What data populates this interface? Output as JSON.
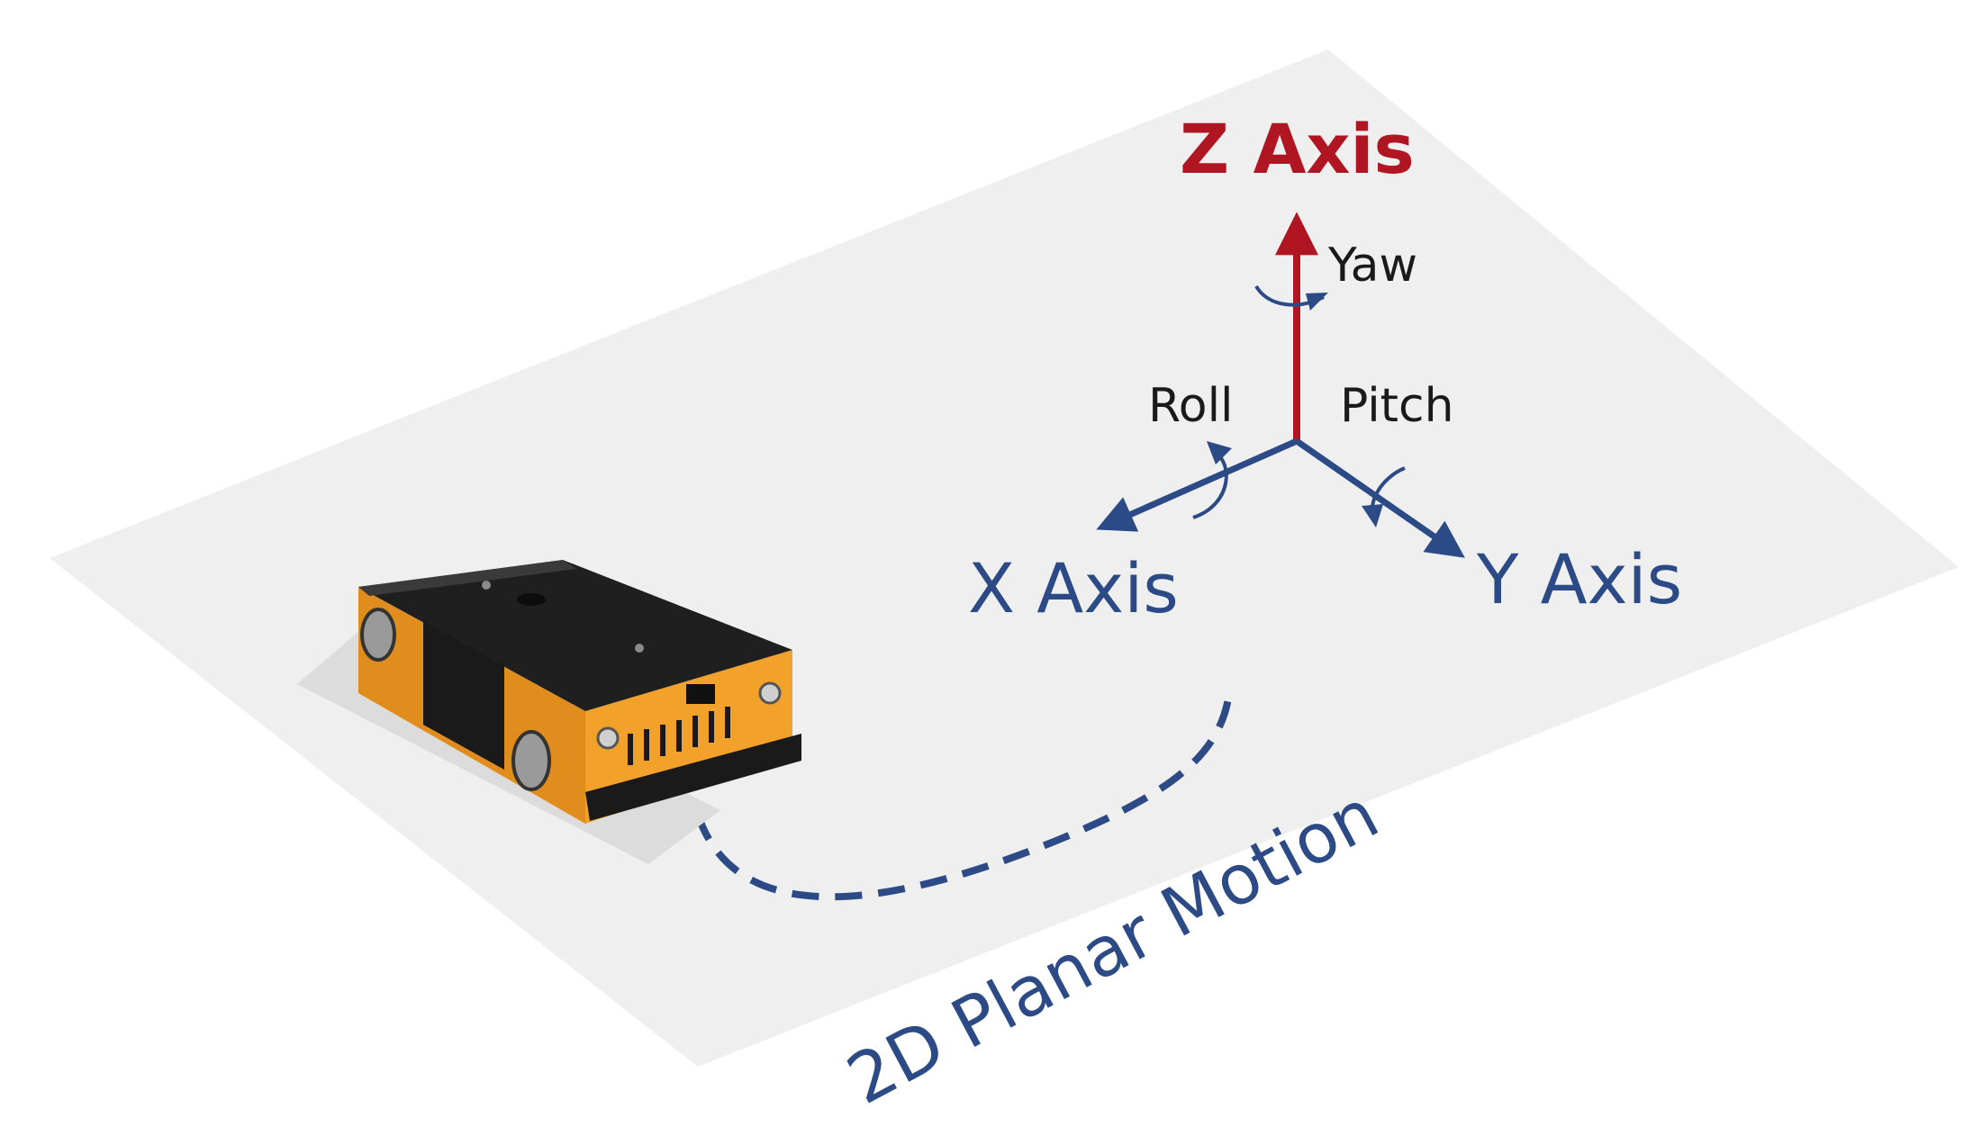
{
  "labels": {
    "z_axis": "Z Axis",
    "x_axis": "X Axis",
    "y_axis": "Y Axis",
    "yaw": "Yaw",
    "roll": "Roll",
    "pitch": "Pitch",
    "motion": "2D Planar Motion"
  },
  "colors": {
    "z_axis": "#b01622",
    "axis_blue": "#2b4a86",
    "label_black": "#1a1a1a",
    "plane": "#efefef",
    "robot_body": "#f2a12a",
    "robot_top": "#1e1e1e"
  }
}
